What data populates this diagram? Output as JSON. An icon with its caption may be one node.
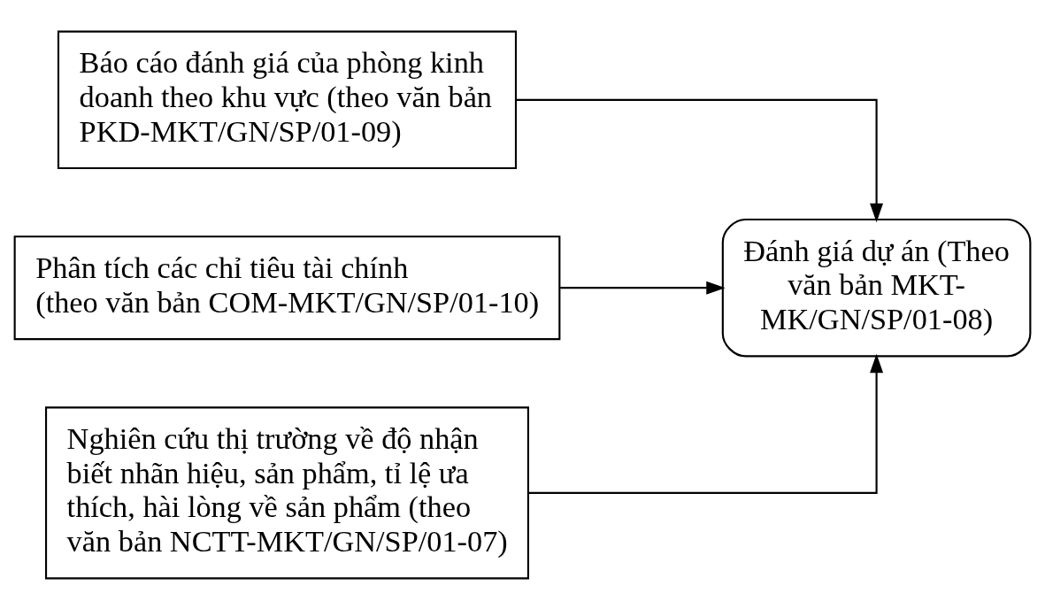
{
  "diagram": {
    "nodes": [
      {
        "text": [
          "Báo cáo đánh giá của phòng kinh doanh theo khu vực (theo văn bản PKD-MKT/GN/SP/01-09)"
        ]
      },
      {
        "text": [
          "Phân tích các chỉ tiêu tài chính (theo văn bản COM-MKT/GN/SP/01-10)"
        ]
      },
      {
        "text": [
          "Nghiên cứu thị trường về độ nhận biết nhãn hiệu, sản phẩm, tỉ lệ ưa thích, hài lòng về sản phẩm (theo văn bản NCTT-MKT/GN/SP/01-07)"
        ]
      },
      {
        "text": [
          "Đánh giá dự án (Theo văn bản MKT-MK/GN/SP/01-08)"
        ]
      }
    ],
    "edges": [
      {
        "from": 0,
        "to": 3,
        "arrow": "to"
      },
      {
        "from": 1,
        "to": 3,
        "arrow": "to"
      },
      {
        "from": 2,
        "to": 3,
        "arrow": "to"
      }
    ]
  }
}
